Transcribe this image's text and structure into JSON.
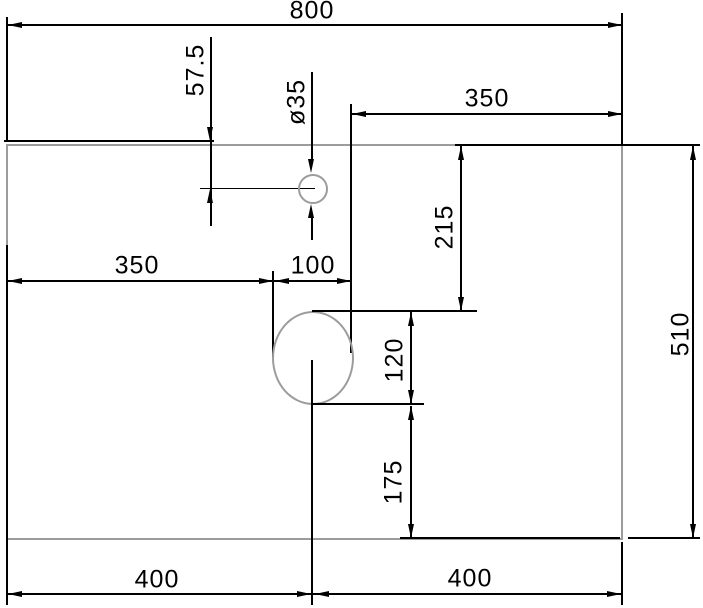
{
  "diagram": {
    "type": "technical-drawing",
    "subject": "panel with faucet hole and drain hole",
    "colors": {
      "line": "#000000",
      "outline": "#9c9c9c",
      "background": "#ffffff"
    },
    "labels": {
      "total_width": "800",
      "top_right_offset": "350",
      "faucet_vertical_offset": "57.5",
      "faucet_diameter": "ø35",
      "right_drop": "215",
      "left_offset": "350",
      "hole_width": "100",
      "hole_height": "120",
      "bottom_drop": "175",
      "total_height": "510",
      "bottom_left_half": "400",
      "bottom_right_half": "400"
    }
  }
}
